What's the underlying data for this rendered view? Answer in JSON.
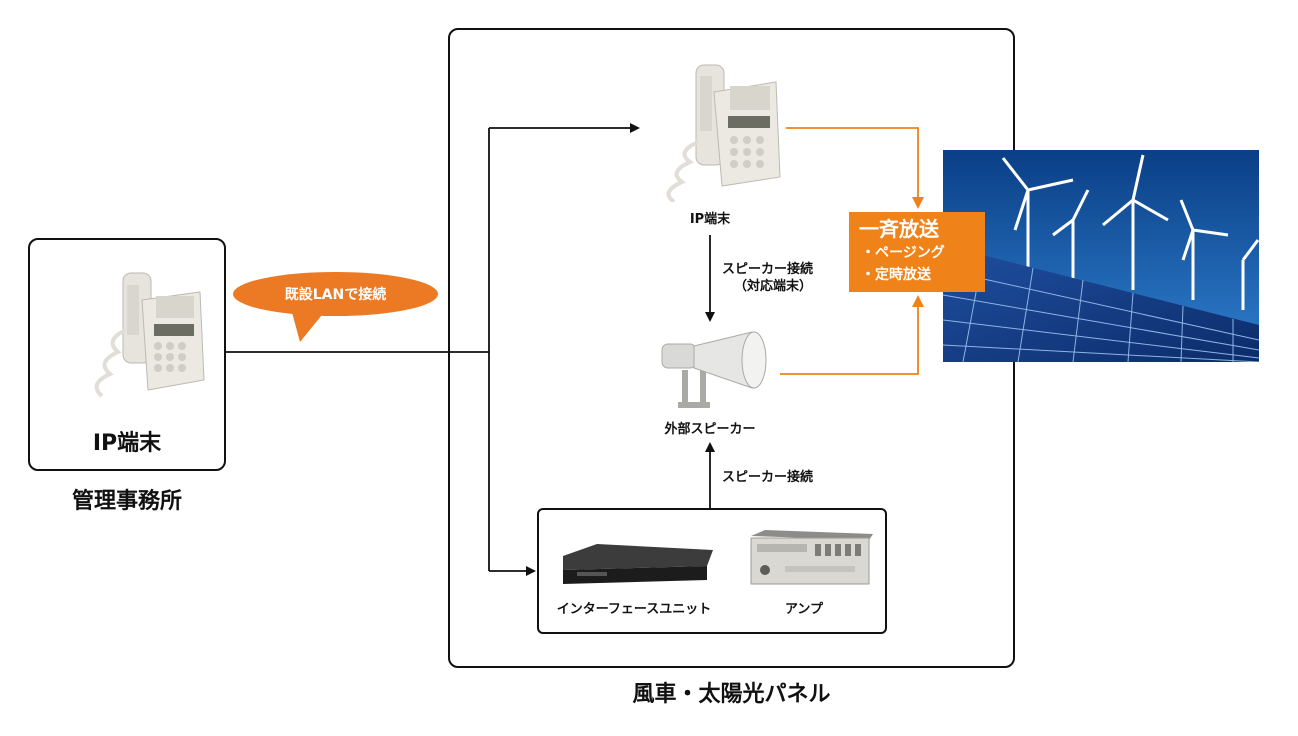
{
  "office": {
    "terminal_label": "IP端末",
    "caption": "管理事務所"
  },
  "callout": {
    "text": "既設LANで接続"
  },
  "site": {
    "caption": "風車・太陽光パネル",
    "ip_terminal_label": "IP端末",
    "speaker_connection_top": [
      "スピーカー接続",
      "（対応端末）"
    ],
    "outdoor_speaker_label": "外部スピーカー",
    "speaker_connection_bottom": "スピーカー接続",
    "interface_unit_label": "インターフェースユニット",
    "amp_label": "アンプ"
  },
  "broadcast": {
    "title": "一斉放送",
    "items": [
      "・ページング",
      "・定時放送"
    ]
  },
  "colors": {
    "orange": "#ef8219",
    "callout": "#ec7a24",
    "line": "#111111"
  }
}
